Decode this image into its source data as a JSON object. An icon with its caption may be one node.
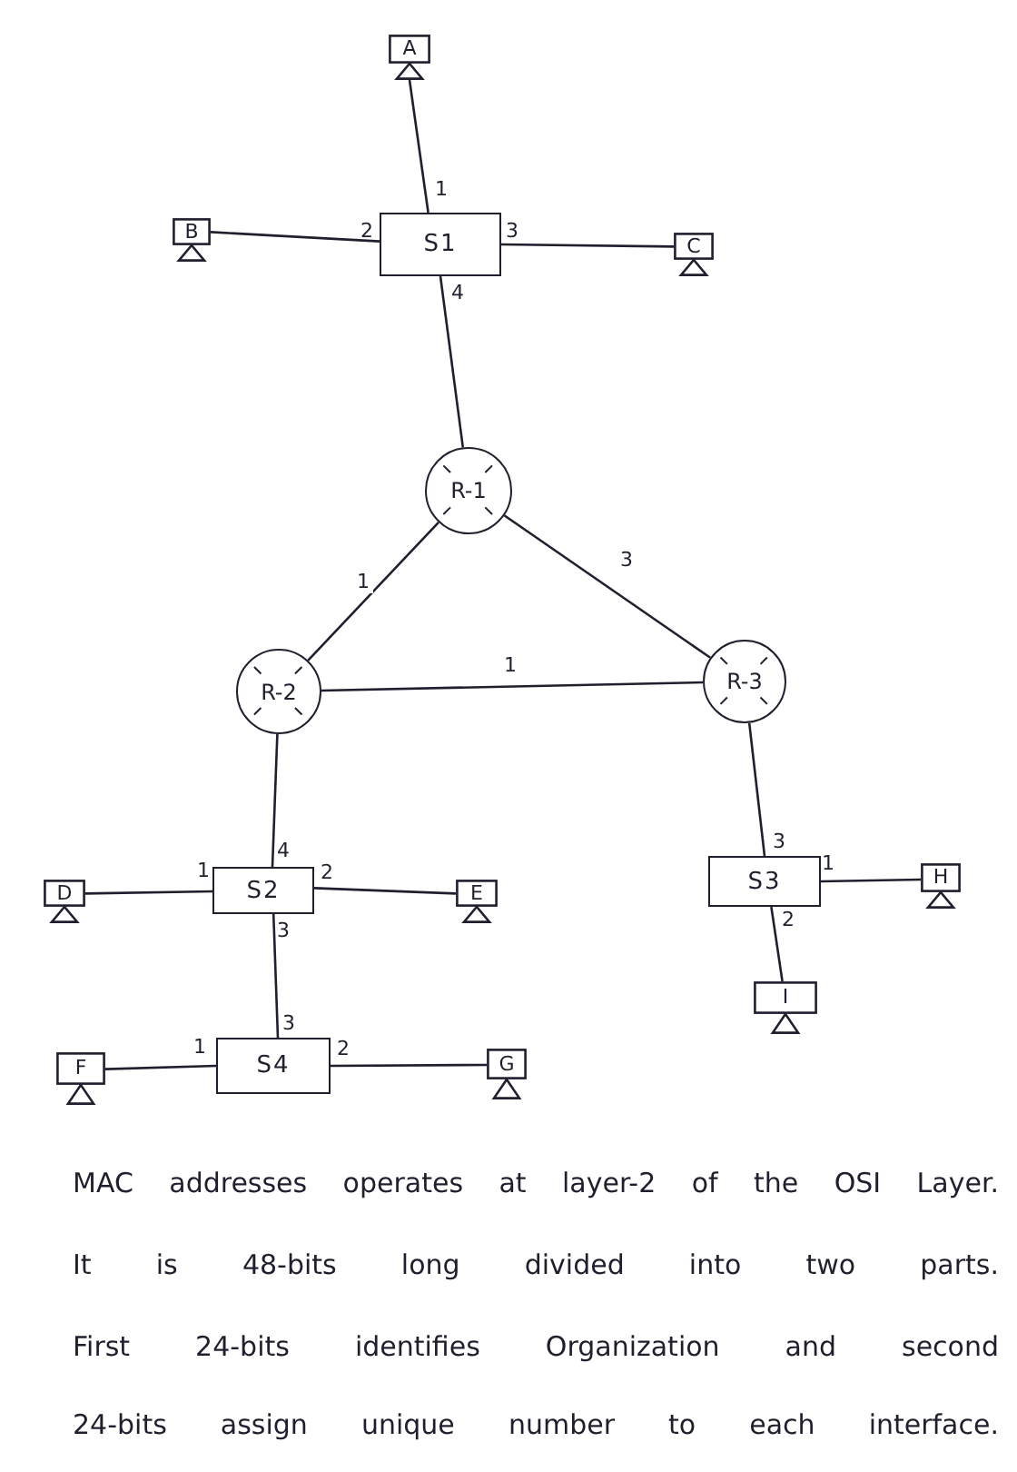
{
  "diagram": {
    "nodes": [
      {
        "text": [
          "A"
        ]
      },
      {
        "text": [
          "B"
        ]
      },
      {
        "text": [
          "S1"
        ],
        "beside": [
          "1",
          "2",
          "3",
          "4"
        ]
      },
      {
        "text": [
          "C"
        ]
      },
      {
        "text": [
          "R-1"
        ]
      },
      {
        "text": [
          "R-2"
        ]
      },
      {
        "text": [
          "R-3"
        ]
      },
      {
        "text": [
          "D"
        ]
      },
      {
        "text": [
          "S2"
        ],
        "beside": [
          "4",
          "1",
          "2",
          "3"
        ]
      },
      {
        "text": [
          "E"
        ]
      },
      {
        "text": [
          "S3"
        ],
        "beside": [
          "3",
          "1",
          "2"
        ]
      },
      {
        "text": [
          "H"
        ]
      },
      {
        "text": [
          "I"
        ]
      },
      {
        "text": [
          "F"
        ]
      },
      {
        "text": [
          "S4"
        ],
        "beside": [
          "3",
          "1",
          "2"
        ]
      },
      {
        "text": [
          "G"
        ]
      }
    ],
    "edges": [
      {
        "from": 0,
        "to": 2,
        "arrow": "none"
      },
      {
        "from": 1,
        "to": 2,
        "arrow": "none"
      },
      {
        "from": 2,
        "to": 3,
        "arrow": "none"
      },
      {
        "from": 2,
        "to": 4,
        "arrow": "none"
      },
      {
        "from": 4,
        "to": 5,
        "arrow": "none",
        "label": "1"
      },
      {
        "from": 4,
        "to": 6,
        "arrow": "none",
        "label": "3"
      },
      {
        "from": 5,
        "to": 6,
        "arrow": "none",
        "label": "1"
      },
      {
        "from": 5,
        "to": 8,
        "arrow": "none"
      },
      {
        "from": 7,
        "to": 8,
        "arrow": "none"
      },
      {
        "from": 8,
        "to": 9,
        "arrow": "none"
      },
      {
        "from": 8,
        "to": 14,
        "arrow": "none"
      },
      {
        "from": 6,
        "to": 10,
        "arrow": "none"
      },
      {
        "from": 10,
        "to": 11,
        "arrow": "none"
      },
      {
        "from": 10,
        "to": 12,
        "arrow": "none"
      },
      {
        "from": 13,
        "to": 14,
        "arrow": "none"
      },
      {
        "from": 14,
        "to": 15,
        "arrow": "none"
      }
    ],
    "labels": [
      "MAC addresses operates at layer-2 of the OSI Layer.",
      "It is 48-bits long divided into two parts.",
      "First 24-bits identifies Organization and second",
      "24-bits assign unique number to each interface."
    ]
  }
}
